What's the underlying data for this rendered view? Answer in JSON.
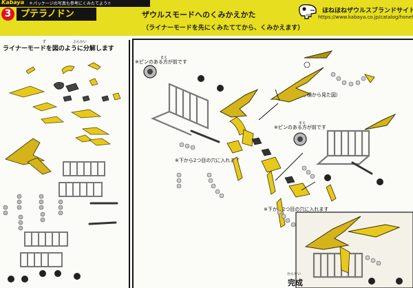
{
  "header": {
    "brand": "Kabaya",
    "note": "＊パッケージの写真も参考にくみたてよう!!",
    "step_number": "3",
    "title": "プテラノドン",
    "subtitle": "ザウルスモードへのくみかえかた",
    "instruction": "（ライナーモードを先にくみたててから、くみかえます）",
    "site_name": "ほねほねザウルスブランドサイト",
    "site_url": "https://www.kabaya.co.jp/catalog/honehone/"
  },
  "left": {
    "heading": "ライナーモードを図のように分解します",
    "furigana_zu": "ず",
    "furigana_bunkai": "ぶんかい"
  },
  "right": {
    "pin_note_1": "※ピンのある方が前です",
    "pin_note_2": "※ピンのある方が前です",
    "hole_note_1": "※下から2つ目の穴に入れます",
    "hole_note_2": "※下から2つ目の穴に入れます",
    "side_view_note": "（頭を横から見た図）",
    "furigana_mae": "まえ",
    "complete_furigana": "かんせい",
    "complete_label": "完成"
  },
  "colors": {
    "header_yellow": "#e6de1e",
    "accent_red": "#d9141d",
    "part_gold": "#e8c81c",
    "part_gray": "#9a9a9a"
  }
}
